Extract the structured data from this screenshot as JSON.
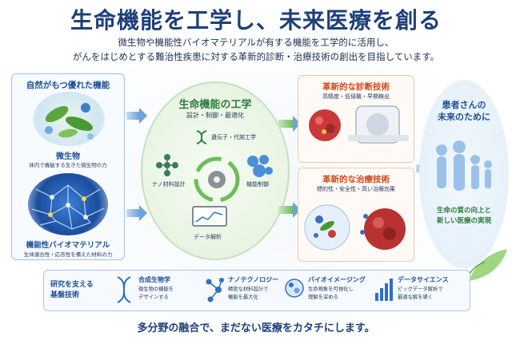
{
  "title": "生命機能を工学し、未来医療を創る",
  "subtitle": [
    "微生物や機能性バイオマテリアルが有する機能を工学的に活用し、",
    "がんをはじめとする難治性疾患に対する革新的診断・治療技術の創出を目指しています。"
  ],
  "left": {
    "title": "自然がもつ優れた機能",
    "micro_label": "微生物",
    "micro_desc": "体内で機能する生きた微生物の力",
    "bio_label": "機能性バイオマテリアル",
    "bio_desc": "生体適合性・応答性を備えた材料の力"
  },
  "center": {
    "title": "生命機能の工学",
    "subtitle": "設計・制御・最適化",
    "items": [
      "遺伝子・代謝工学",
      "ナノ材料設計",
      "機能制御",
      "データ解析"
    ]
  },
  "diagnosis": {
    "title": "革新的な診断技術",
    "subtitle": "高精度・低侵襲・早期検出"
  },
  "therapy": {
    "title": "革新的な治療技術",
    "subtitle": "標的性・安全性・高い治療効果"
  },
  "patient": {
    "title": [
      "患者さんの",
      "未来のために"
    ],
    "footer": [
      "生命の質の向上と",
      "新しい医療の実現"
    ]
  },
  "band": {
    "head": [
      "研究を支える",
      "基盤技術"
    ],
    "techs": [
      {
        "title": "合成生物学",
        "desc": [
          "微生物の機能を",
          "デザインする"
        ]
      },
      {
        "title": "ナノテクノロジー",
        "desc": [
          "精密な材料設計で",
          "機能を最大化"
        ]
      },
      {
        "title": "バイオイメージング",
        "desc": [
          "生命現象を可視化し",
          "理解を深める"
        ]
      },
      {
        "title": "データサイエンス",
        "desc": [
          "ビッグデータ解析で",
          "最適な解を導く"
        ]
      }
    ]
  },
  "footer": "多分野の融合で、まだない医療をカタチにします。",
  "colors": {
    "navy": "#1e3f7a",
    "green": "#2b7a3e",
    "orange": "#d3471b",
    "blue": "#1f4f96"
  }
}
